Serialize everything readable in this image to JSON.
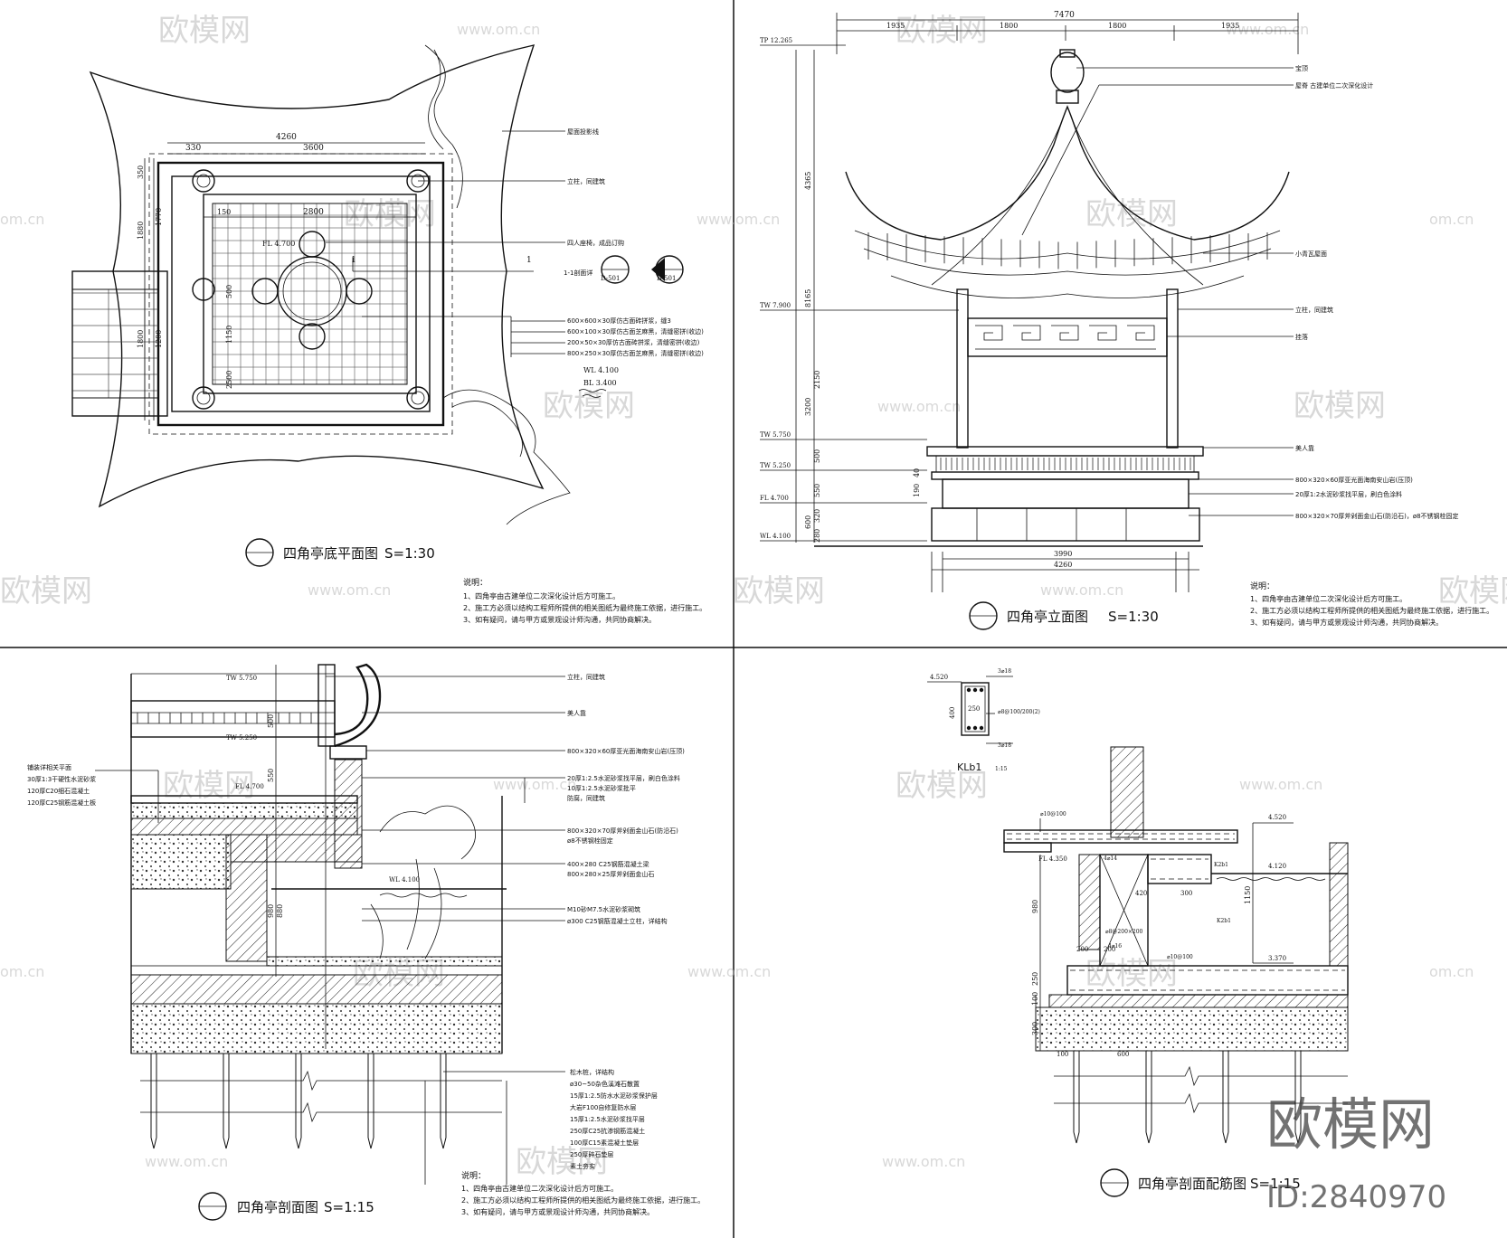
{
  "watermark": {
    "brand": "欧模网",
    "site": "www.om.cn",
    "site_short": "om.cn",
    "id_label": "ID:2840970"
  },
  "plan": {
    "title": "四角亭底平面图",
    "scale": "S=1:30",
    "dims": {
      "total": "4260",
      "side": "330",
      "mid": "3600",
      "inner": "2800",
      "inner_sub": "150",
      "left": [
        "350",
        "1770",
        "1880",
        "1800",
        "1200"
      ],
      "v1": "500",
      "v2": "1150",
      "v3": "2500"
    },
    "level_fl": "FL 4.700",
    "level_wl": "WL 4.100",
    "level_bl": "BL 3.400",
    "section_mark": "1",
    "section_ref": "1-1剖面详",
    "detail_ref": "D-501",
    "notes": [
      "屋面投影线",
      "立柱，同建筑",
      "四人座椅，成品订购",
      "600×600×30厚仿古面砖拼浆，缝3",
      "600×100×30厚仿古面芝麻黑，清缝密拼(收边)",
      "200×50×30厚仿古面砖拼浆，清缝密拼(收边)",
      "800×250×30厚仿古面芝麻黑，清缝密拼(收边)"
    ],
    "explanation_title": "说明：",
    "explanation": [
      "1、四角亭由古建单位二次深化设计后方可施工。",
      "2、施工方必须以结构工程师所提供的相关图纸为最终施工依据，进行施工。",
      "3、如有疑问，请与甲方或景观设计师沟通，共同协商解决。"
    ]
  },
  "elevation": {
    "title": "四角亭立面图",
    "scale": "S=1:30",
    "top_dims": {
      "total": "7470",
      "a": "1935",
      "b": "1800",
      "c": "1800",
      "d": "1935"
    },
    "bottom_dims": {
      "inner": "3990",
      "total": "4260"
    },
    "levels": [
      "TP 12.265",
      "TW 7.900",
      "TW 5.750",
      "TW 5.250",
      "FL 4.700",
      "WL 4.100"
    ],
    "vdims": [
      "4365",
      "8165",
      "2150",
      "3200",
      "500",
      "550",
      "600",
      "320",
      "280",
      "190",
      "40"
    ],
    "notes": [
      "宝顶",
      "屋脊 古建单位二次深化设计",
      "小青瓦屋面",
      "立柱，同建筑",
      "挂落",
      "美人靠",
      "800×320×60厚亚光面海南安山岩(压顶)",
      "20厚1:2水泥砂浆找平层，刷白色涂料",
      "800×320×70厚斧剁面金山石(防沿石)，ø8不锈钢栓固定"
    ],
    "explanation_title": "说明：",
    "explanation": [
      "1、四角亭由古建单位二次深化设计后方可施工。",
      "2、施工方必须以结构工程师所提供的相关图纸为最终施工依据，进行施工。",
      "3、如有疑问，请与甲方或景观设计师沟通，共同协商解决。"
    ]
  },
  "section": {
    "title": "四角亭剖面图",
    "scale": "S=1:15",
    "levels": [
      "TW 5.750",
      "TW 5.250",
      "FL 4.700",
      "WL 4.100"
    ],
    "vdims": [
      "500",
      "550",
      "980",
      "880"
    ],
    "left_notes": [
      "铺装详相关平面",
      "30厚1:3干硬性水泥砂浆",
      "120厚C20细石混凝土",
      "120厚C25钢筋混凝土板"
    ],
    "notes": [
      "立柱，同建筑",
      "美人靠",
      "800×320×60厚亚光面海南安山岩(压顶)",
      "20厚1:2.5水泥砂浆找平层，刷白色涂料",
      "10厚1:2.5水泥砂浆批平",
      "防腐，同建筑",
      "800×320×70厚斧剁面金山石(防沿石)",
      "ø8不锈钢栓固定",
      "400×280 C25钢筋混凝土梁",
      "800×280×25厚斧剁面金山石",
      "M10砂M7.5水泥砂浆砌筑",
      "ø300 C25钢筋混凝土立柱，详结构"
    ],
    "bottom_notes": [
      "松木桩，详结构",
      "ø30~50杂色溪滩石散置",
      "15厚1:2.5防水水泥砂浆保护层",
      "大岩F100自修复防水层",
      "15厚1:2.5水泥砂浆找平层",
      "250厚C25抗渗钢筋混凝土",
      "100厚C15素混凝土垫层",
      "250厚碎石垫层",
      "素土夯实"
    ],
    "explanation_title": "说明：",
    "explanation": [
      "1、四角亭由古建单位二次深化设计后方可施工。",
      "2、施工方必须以结构工程师所提供的相关图纸为最终施工依据，进行施工。",
      "3、如有疑问，请与甲方或景观设计师沟通，共同协商解决。"
    ]
  },
  "rebar": {
    "title": "四角亭剖面配筋图",
    "scale": "S=1:15",
    "beam_label": "KLb1",
    "beam_scale": "1:15",
    "beam_level": "4.520",
    "beam_dims": {
      "w": "250",
      "h": "400"
    },
    "beam_bars": [
      "3⌀18",
      "⌀8@100/200(2)",
      "3⌀18"
    ],
    "levels": [
      "4.520",
      "4.120",
      "FL 4.350",
      "3.370"
    ],
    "dims": [
      "980",
      "1150",
      "250",
      "100",
      "300",
      "420",
      "300",
      "200",
      "200",
      "600",
      "100"
    ],
    "bars": [
      "⌀10@100",
      "4⌀14",
      "K2b1",
      "⌀8@200×200",
      "4⌀16",
      "⌀10@100",
      "K2b1"
    ]
  }
}
